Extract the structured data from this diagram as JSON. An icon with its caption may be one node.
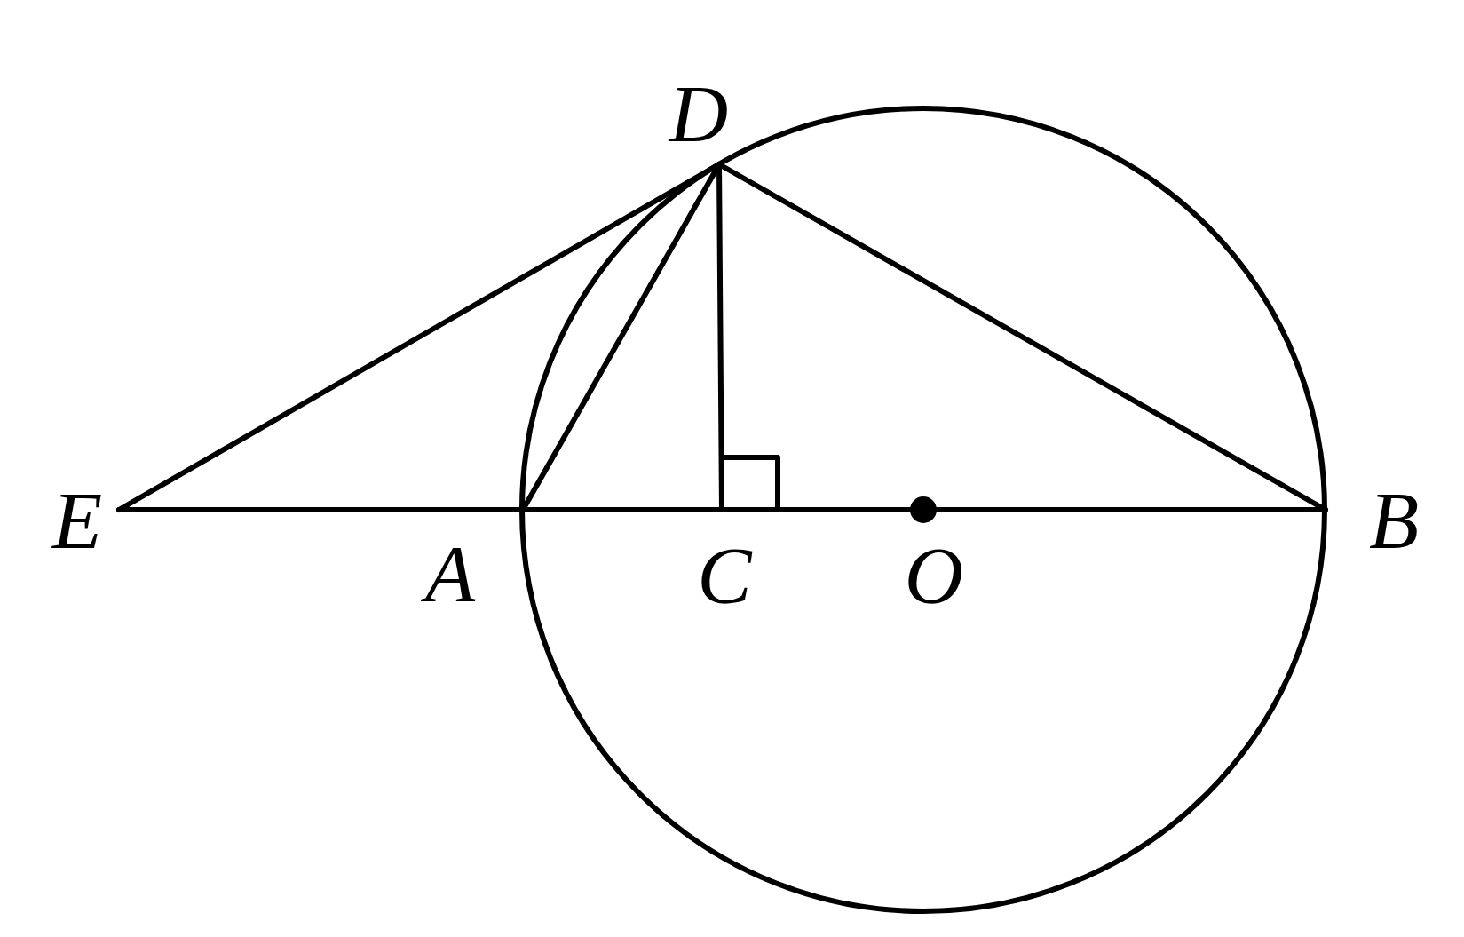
{
  "diagram": {
    "labels": [
      "D",
      "E",
      "A",
      "C",
      "O",
      "B"
    ]
  }
}
